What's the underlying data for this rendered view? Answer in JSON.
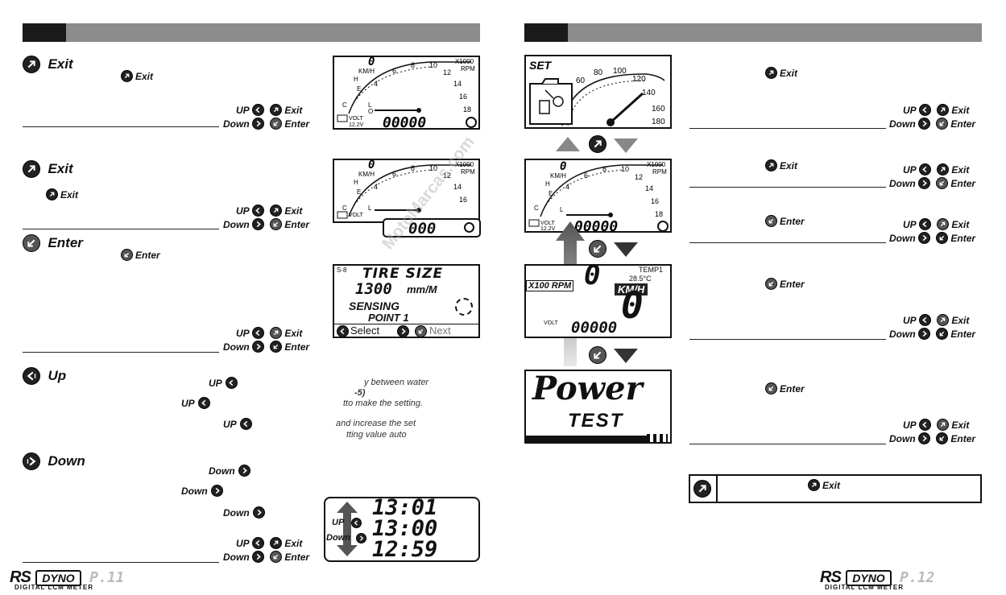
{
  "labels": {
    "exit": "Exit",
    "enter": "Enter",
    "up": "UP",
    "down": "Down",
    "up_heading": "Up",
    "down_heading": "Down"
  },
  "lcd": {
    "x1000": "X1000",
    "rpm": "RPM",
    "kmh": "KM/H",
    "h": "H",
    "e": "E",
    "c": "C",
    "l": "L",
    "o": "O",
    "volt": "VOLT",
    "volt_value": "12.2V",
    "speed": "0",
    "odo": "00000",
    "trip": "000",
    "ticks": [
      "2",
      "4",
      "6",
      "8",
      "10",
      "12",
      "14",
      "16",
      "18"
    ],
    "set": "SET",
    "gauge_ticks": [
      "60",
      "80",
      "100",
      "120",
      "140",
      "160",
      "180"
    ],
    "tire_screen": {
      "prefix": "S-8",
      "title": "TIRE SIZE",
      "value": "1300",
      "unit": "mm/M",
      "line3": "SENSING",
      "line4": "POINT 1",
      "select": "Select",
      "next": "Next"
    },
    "temp_label": "TEMP1",
    "temp_value": "28.5°C",
    "x100rpm": "X100 RPM",
    "power": "Power",
    "test": "TEST",
    "clock": [
      "13:01",
      "13:00",
      "12:59"
    ]
  },
  "fragments": [
    "y between water",
    "-5)",
    "tto make the setting.",
    "and increase the set",
    "tting value auto"
  ],
  "watermark": "MotoMarcas.com",
  "footer": {
    "brand_rs": "RS",
    "brand_dyno": "DYNO",
    "tagline": "DIGITAL LCM METER",
    "page_left": "P.11",
    "page_right": "P.12"
  },
  "colors": {
    "header_bar": "#8c8c8c",
    "header_block": "#1a1a1a",
    "ink": "#111111"
  }
}
